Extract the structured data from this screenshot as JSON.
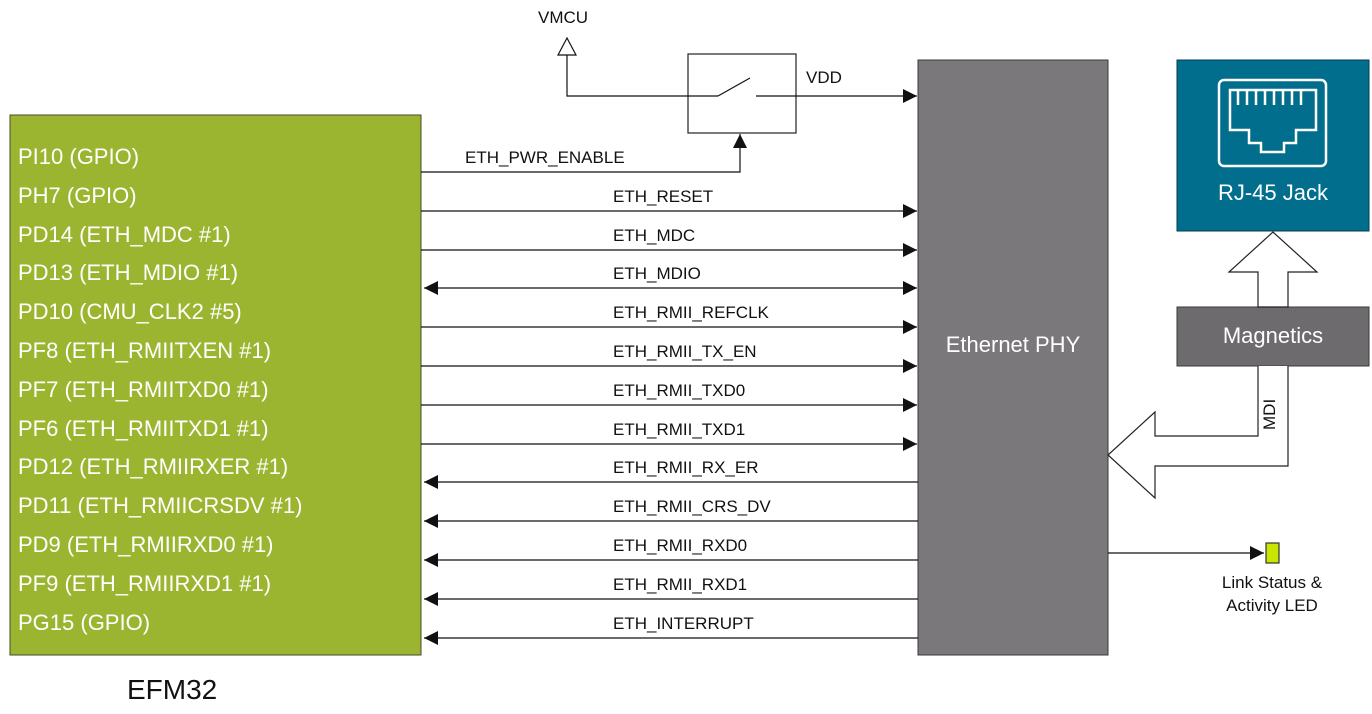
{
  "efm32": {
    "name": "EFM32",
    "pins": [
      "PI10 (GPIO)",
      "PH7 (GPIO)",
      "PD14 (ETH_MDC #1)",
      "PD13 (ETH_MDIO #1)",
      "PD10 (CMU_CLK2 #5)",
      "PF8 (ETH_RMIITXEN #1)",
      "PF7 (ETH_RMIITXD0 #1)",
      "PF6 (ETH_RMIITXD1 #1)",
      "PD12 (ETH_RMIIRXER #1)",
      "PD11 (ETH_RMIICRSDV #1)",
      "PD9 (ETH_RMIIRXD0 #1)",
      "PF9 (ETH_RMIIRXD1 #1)",
      "PG15 (GPIO)"
    ],
    "color": "#9cb531"
  },
  "signals": [
    {
      "name": "ETH_PWR_ENABLE",
      "direction": "to-switch"
    },
    {
      "name": "ETH_RESET",
      "direction": "to-phy"
    },
    {
      "name": "ETH_MDC",
      "direction": "to-phy"
    },
    {
      "name": "ETH_MDIO",
      "direction": "bidirectional"
    },
    {
      "name": "ETH_RMII_REFCLK",
      "direction": "to-phy"
    },
    {
      "name": "ETH_RMII_TX_EN",
      "direction": "to-phy"
    },
    {
      "name": "ETH_RMII_TXD0",
      "direction": "to-phy"
    },
    {
      "name": "ETH_RMII_TXD1",
      "direction": "to-phy"
    },
    {
      "name": "ETH_RMII_RX_ER",
      "direction": "to-mcu"
    },
    {
      "name": "ETH_RMII_CRS_DV",
      "direction": "to-mcu"
    },
    {
      "name": "ETH_RMII_RXD0",
      "direction": "to-mcu"
    },
    {
      "name": "ETH_RMII_RXD1",
      "direction": "to-mcu"
    },
    {
      "name": "ETH_INTERRUPT",
      "direction": "to-mcu"
    }
  ],
  "power": {
    "source": "VMCU",
    "output": "VDD"
  },
  "phy": {
    "label": "Ethernet PHY",
    "color": "#7a787a"
  },
  "magnetics": {
    "label": "Magnetics",
    "color": "#6d6b6d"
  },
  "jack": {
    "label": "RJ-45 Jack",
    "color": "#006e8c"
  },
  "mdi": {
    "label": "MDI"
  },
  "led": {
    "label_line1": "Link Status &",
    "label_line2": "Activity LED",
    "color": "#c8e600"
  }
}
